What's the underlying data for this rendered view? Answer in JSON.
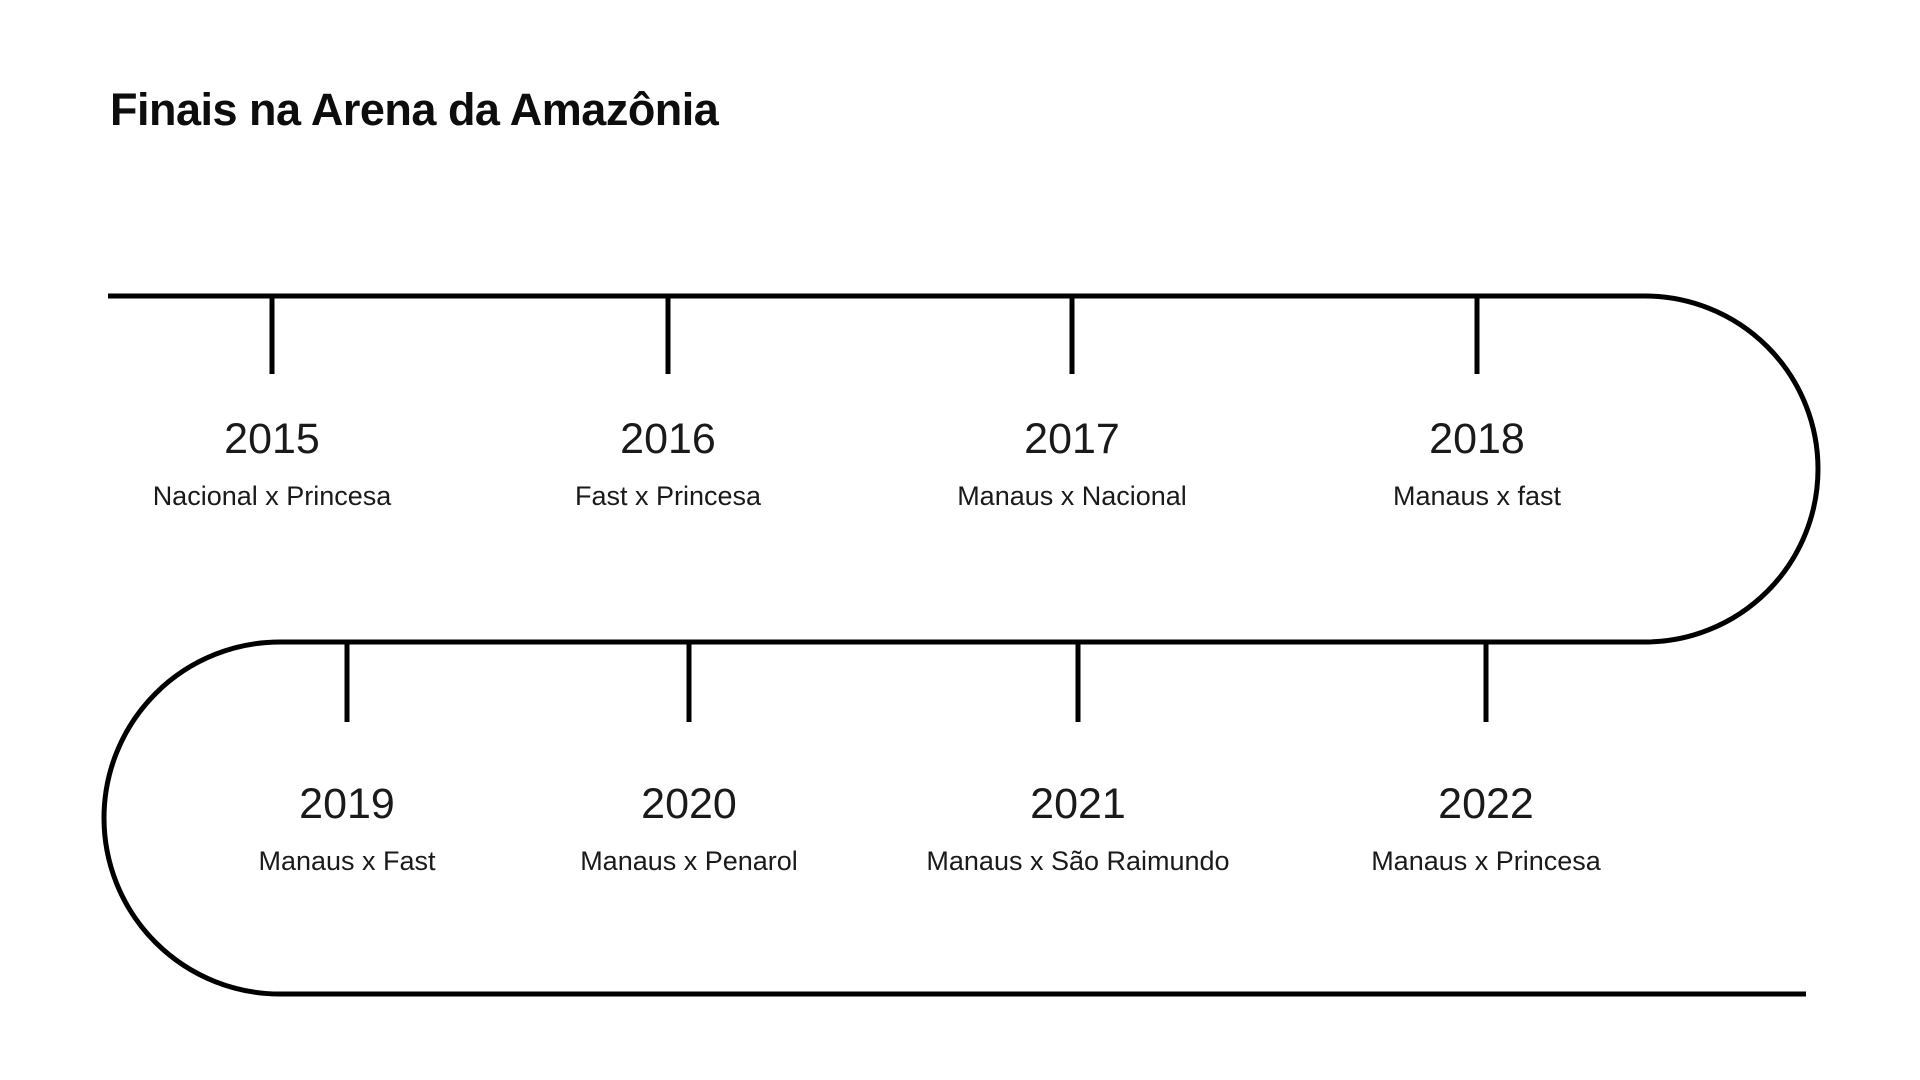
{
  "title": "Finais na Arena da Amazônia",
  "diagram": {
    "type": "timeline",
    "line_color": "#000000",
    "background_color": "#ffffff",
    "rows": [
      {
        "entries": [
          {
            "year": "2015",
            "match": "Nacional x Princesa"
          },
          {
            "year": "2016",
            "match": "Fast x Princesa"
          },
          {
            "year": "2017",
            "match": "Manaus x Nacional"
          },
          {
            "year": "2018",
            "match": "Manaus x fast"
          }
        ]
      },
      {
        "entries": [
          {
            "year": "2019",
            "match": "Manaus x Fast"
          },
          {
            "year": "2020",
            "match": "Manaus x Penarol"
          },
          {
            "year": "2021",
            "match": "Manaus x São Raimundo"
          },
          {
            "year": "2022",
            "match": "Manaus x Princesa"
          }
        ]
      }
    ]
  }
}
